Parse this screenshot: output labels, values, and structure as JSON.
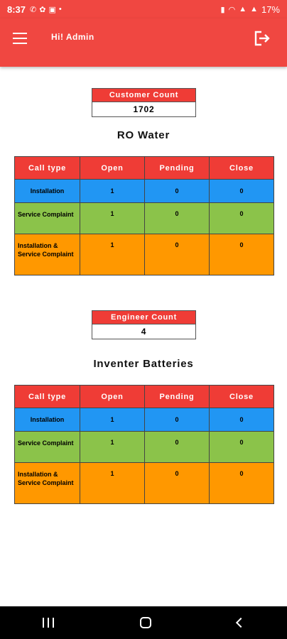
{
  "status": {
    "time": "8:37",
    "battery": "17%"
  },
  "appbar": {
    "title": "Hi! Admin"
  },
  "customer": {
    "label": "Customer Count",
    "value": "1702"
  },
  "ro": {
    "title": "RO Water",
    "headers": [
      "Call type",
      "Open",
      "Pending",
      "Close"
    ],
    "rows": [
      {
        "type": "Installation",
        "open": "1",
        "pending": "0",
        "close": "0"
      },
      {
        "type": "Service Complaint",
        "open": "1",
        "pending": "0",
        "close": "0"
      },
      {
        "type": "Installation & Service Complaint",
        "open": "1",
        "pending": "0",
        "close": "0"
      }
    ]
  },
  "engineer": {
    "label": "Engineer Count",
    "value": "4"
  },
  "inverter": {
    "title": "Inventer Batteries",
    "headers": [
      "Call type",
      "Open",
      "Pending",
      "Close"
    ],
    "rows": [
      {
        "type": "Installation",
        "open": "1",
        "pending": "0",
        "close": "0"
      },
      {
        "type": "Service Complaint",
        "open": "1",
        "pending": "0",
        "close": "0"
      },
      {
        "type": "Installation & Service Complaint",
        "open": "1",
        "pending": "0",
        "close": "0"
      }
    ]
  },
  "colors": {
    "accent": "#f04741",
    "row_blue": "#2196f3",
    "row_green": "#8bc34a",
    "row_orange": "#ff9800"
  }
}
